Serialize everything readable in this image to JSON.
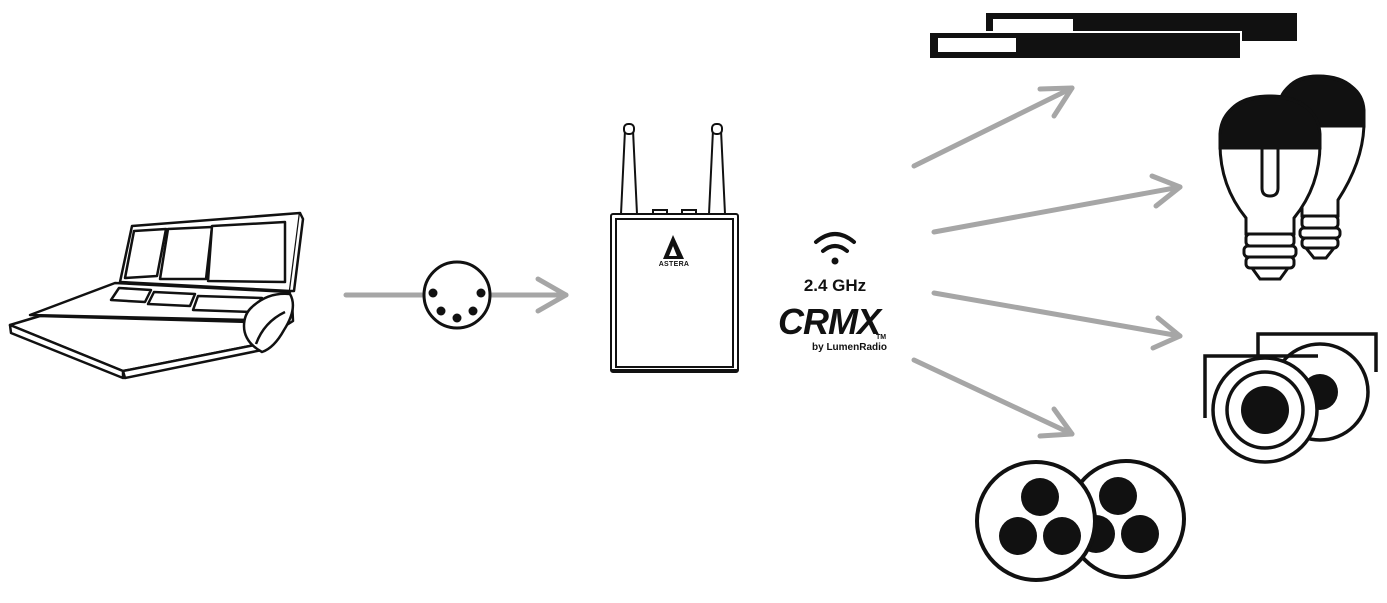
{
  "diagram": {
    "receiver_brand": "ASTERA",
    "wireless": {
      "frequency": "2.4 GHz",
      "protocol_logo": "CRMX",
      "protocol_tm": "TM",
      "protocol_byline": "by LumenRadio",
      "icon": "wifi-icon"
    },
    "nodes": [
      {
        "id": "console",
        "icon": "lighting-console-icon"
      },
      {
        "id": "dmx",
        "icon": "dmx-5pin-connector-icon"
      },
      {
        "id": "receiver",
        "icon": "wireless-transmitter-icon"
      },
      {
        "id": "tubes",
        "icon": "led-tube-fixtures-icon"
      },
      {
        "id": "bulbs",
        "icon": "led-bulb-fixtures-icon"
      },
      {
        "id": "spots",
        "icon": "spot-fixtures-icon"
      },
      {
        "id": "pars",
        "icon": "par-fixtures-icon"
      }
    ],
    "colors": {
      "line": "#111111",
      "arrow": "#a6a6a6",
      "fill": "#111111",
      "background": "#ffffff"
    }
  }
}
